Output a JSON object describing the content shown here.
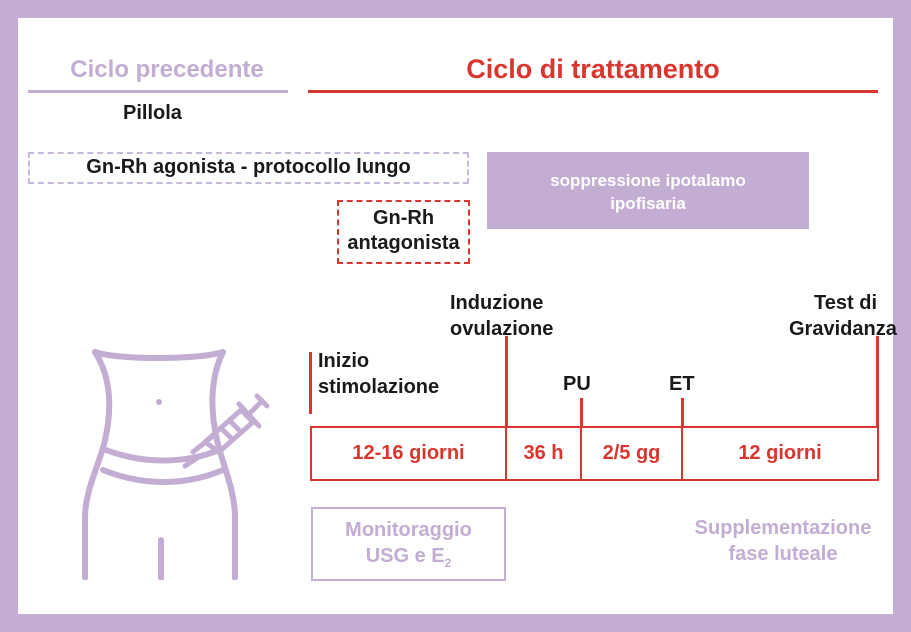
{
  "header": {
    "previous_cycle": "Ciclo precedente",
    "treatment_cycle": "Ciclo di trattamento"
  },
  "previous": {
    "pill": "Pillola",
    "agonist": "Gn-Rh agonista - protocollo lungo",
    "antagonist_line1": "Gn-Rh",
    "antagonist_line2": "antagonista"
  },
  "suppression": {
    "line1": "soppressione ipotalamo",
    "line2": "ipofisaria"
  },
  "timeline": {
    "stim_line1": "Inizio",
    "stim_line2": "stimolazione",
    "induction_line1": "Induzione",
    "induction_line2": "ovulazione",
    "pu": "PU",
    "et": "ET",
    "test_line1": "Test di",
    "test_line2": "Gravidanza",
    "segments": [
      "12-16 giorni",
      "36 h",
      "2/5 gg",
      "12 giorni"
    ]
  },
  "footer": {
    "monitor_line1": "Monitoraggio",
    "monitor_line2_prefix": "USG e E",
    "monitor_sub": "2",
    "luteal_line1": "Supplementazione",
    "luteal_line2": "fase luteale"
  },
  "colors": {
    "accent_red": "#d9362f",
    "lilac": "#c3add2",
    "lilac_light": "#c8b8d8"
  },
  "icons": [
    "body-injection-icon"
  ]
}
